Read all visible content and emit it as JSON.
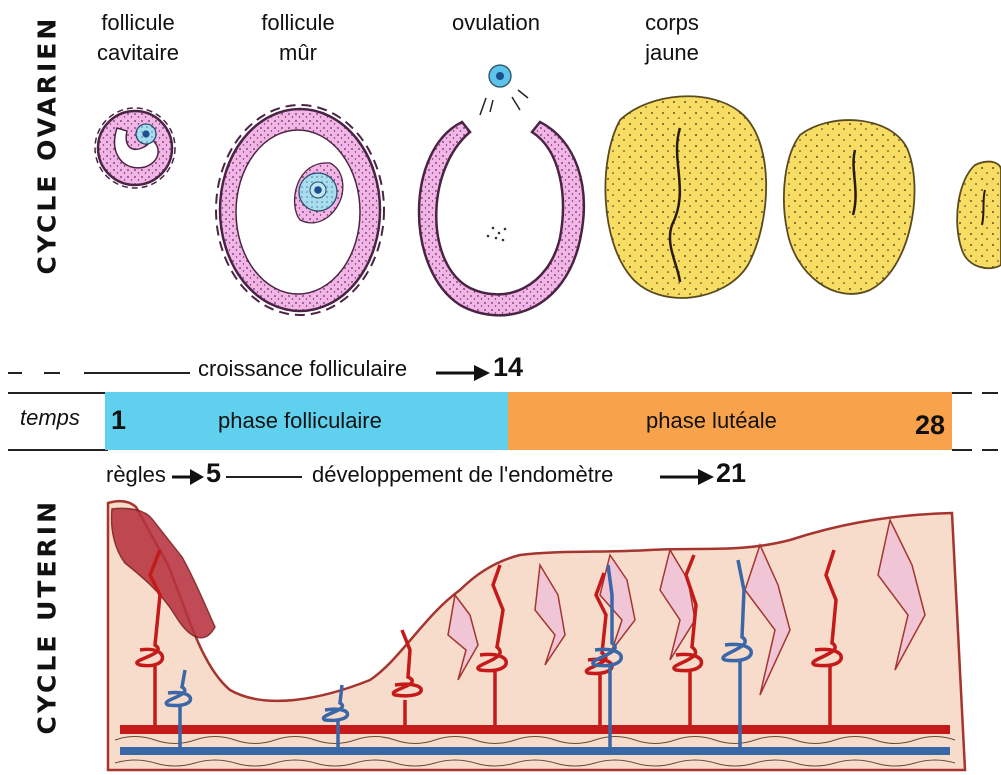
{
  "ovarian_cycle_title": "CYCLE OVARIEN",
  "uterine_cycle_title": "CYCLE UTERIN",
  "stages": [
    {
      "line1": "follicule",
      "line2": "cavitaire"
    },
    {
      "line1": "follicule",
      "line2": "mûr"
    },
    {
      "line1": "ovulation",
      "line2": ""
    },
    {
      "line1": "corps",
      "line2": "jaune"
    }
  ],
  "growth_label": "croissance folliculaire",
  "growth_end_day": "14",
  "timeline": {
    "label": "temps",
    "start_day": "1",
    "end_day": "28",
    "follicular_phase": "phase folliculaire",
    "luteal_phase": "phase lutéale",
    "follicular_color": "#5fd1ef",
    "luteal_color": "#f8a24b"
  },
  "menses_label": "règles",
  "menses_end_day": "5",
  "endometrium_label": "développement de l'endomètre",
  "endometrium_end_day": "21",
  "colors": {
    "follicle_pink": "#f2b6e6",
    "corpus_yellow": "#f7dd63",
    "artery_red": "#c41a1a",
    "vein_blue": "#3a67a8",
    "endometrium": "#f8dccb"
  }
}
